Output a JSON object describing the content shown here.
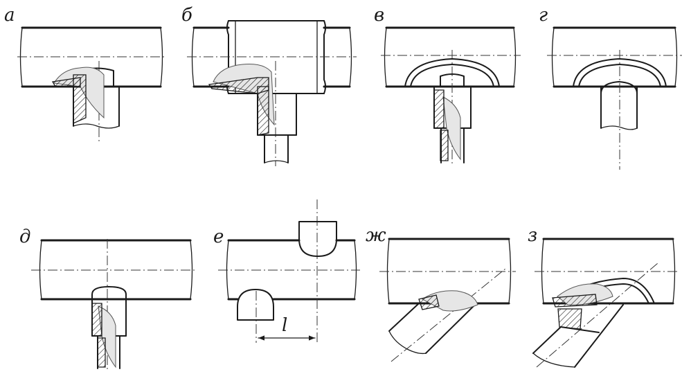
{
  "panels": [
    {
      "id": "a",
      "label": "а"
    },
    {
      "id": "b",
      "label": "б"
    },
    {
      "id": "v",
      "label": "в"
    },
    {
      "id": "g",
      "label": "г"
    },
    {
      "id": "d",
      "label": "д"
    },
    {
      "id": "e",
      "label": "е"
    },
    {
      "id": "zh",
      "label": "ж"
    },
    {
      "id": "z",
      "label": "з"
    }
  ],
  "dimension_label": "l",
  "colors": {
    "line": "#1a1a1a",
    "background": "#ffffff",
    "shade": "#e6e6e6"
  }
}
